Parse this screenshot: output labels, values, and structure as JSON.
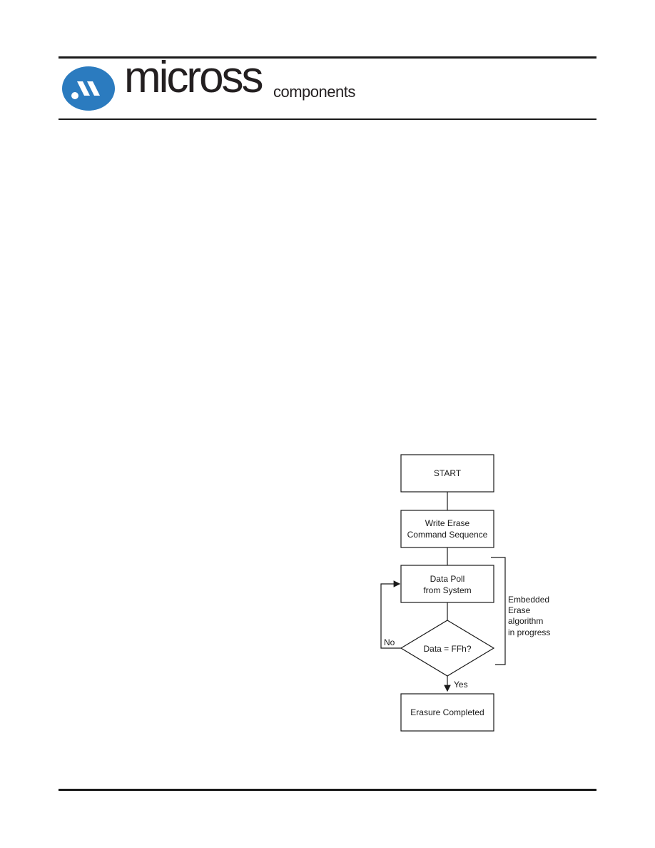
{
  "header": {
    "logo": {
      "word": "micross",
      "sub": "components",
      "brand_color": "#2b7bbf"
    }
  },
  "flowchart": {
    "start": "START",
    "write_line1": "Write Erase",
    "write_line2": "Command Sequence",
    "poll_line1": "Data Poll",
    "poll_line2": "from System",
    "decision": "Data = FFh?",
    "no_label": "No",
    "yes_label": "Yes",
    "end": "Erasure Completed",
    "bracket_lines": [
      "Embedded",
      "Erase",
      "algorithm",
      "in progress"
    ]
  }
}
